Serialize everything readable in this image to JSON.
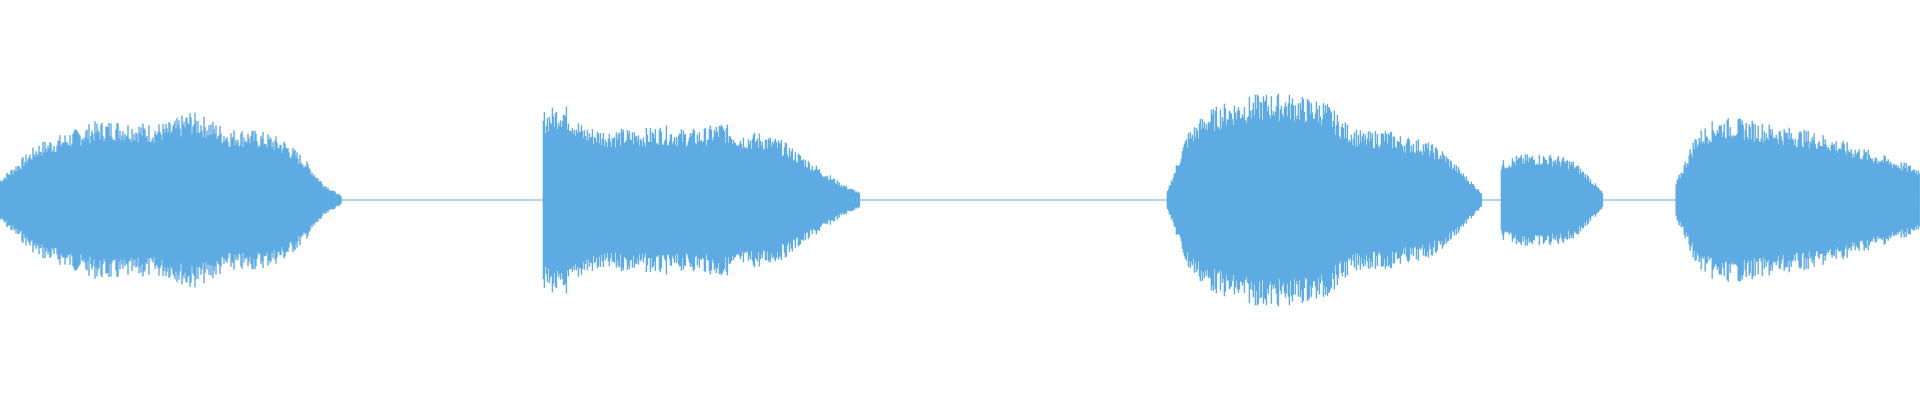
{
  "waveform": {
    "color": "#5dabe2",
    "background": "#ffffff",
    "duration_fraction_visible": 1.0,
    "segments": [
      {
        "name": "segment-1",
        "start": 0.0,
        "end": 0.178,
        "envelope": [
          0.12,
          0.22,
          0.32,
          0.36,
          0.4,
          0.44,
          0.45,
          0.44,
          0.43,
          0.44,
          0.5,
          0.46,
          0.4,
          0.4,
          0.38,
          0.34,
          0.24,
          0.1,
          0.02
        ]
      },
      {
        "name": "segment-2",
        "start": 0.283,
        "end": 0.448,
        "envelope": [
          0.5,
          0.55,
          0.42,
          0.4,
          0.4,
          0.4,
          0.42,
          0.4,
          0.4,
          0.44,
          0.38,
          0.38,
          0.34,
          0.26,
          0.18,
          0.1,
          0.04
        ]
      },
      {
        "name": "segment-3",
        "start": 0.608,
        "end": 0.772,
        "envelope": [
          0.05,
          0.38,
          0.5,
          0.55,
          0.58,
          0.6,
          0.6,
          0.58,
          0.56,
          0.44,
          0.38,
          0.4,
          0.36,
          0.34,
          0.28,
          0.16,
          0.04
        ]
      },
      {
        "name": "segment-4",
        "start": 0.782,
        "end": 0.835,
        "envelope": [
          0.22,
          0.25,
          0.26,
          0.26,
          0.25,
          0.22,
          0.14,
          0.04
        ]
      },
      {
        "name": "segment-5",
        "start": 0.873,
        "end": 1.0,
        "envelope": [
          0.1,
          0.38,
          0.46,
          0.46,
          0.44,
          0.42,
          0.4,
          0.38,
          0.34,
          0.3,
          0.26,
          0.22,
          0.18
        ]
      }
    ]
  }
}
